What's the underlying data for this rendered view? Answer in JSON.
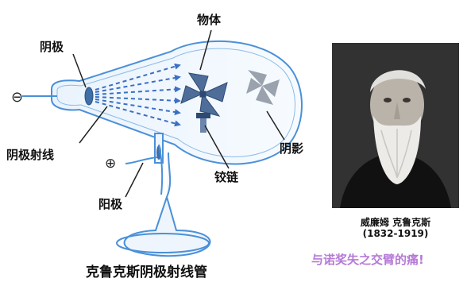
{
  "diagram": {
    "title": "克鲁克斯阴极射线管",
    "labels": {
      "object": "物体",
      "cathode": "阴极",
      "cathode_rays": "阴极射线",
      "shadow": "阴影",
      "hinge": "铰链",
      "anode": "阳极"
    },
    "symbols": {
      "negative": "⊖",
      "positive": "⊕"
    },
    "colors": {
      "tube": "#4a90d9",
      "rays": "#3b6fc4",
      "object": "#4f6d99",
      "shadow": "#9aa3ad"
    }
  },
  "portrait": {
    "name": "威廉姆 克鲁克斯",
    "years": "(1832-1919)"
  },
  "slogan": "与诺奖失之交臂的痛!"
}
